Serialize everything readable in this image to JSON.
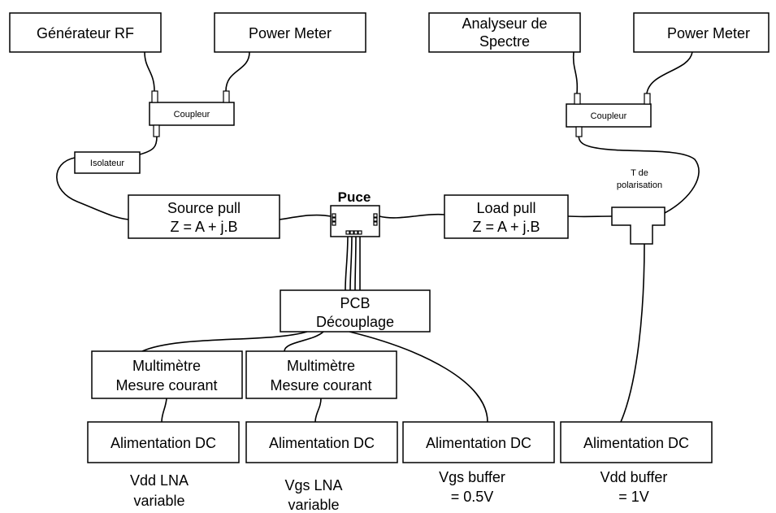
{
  "instruments": {
    "rf_generator": "Générateur RF",
    "power_meter_left": "Power Meter",
    "spectrum_analyzer": [
      "Analyseur de",
      "Spectre"
    ],
    "power_meter_right": "Power Meter"
  },
  "couplers": {
    "left": "Coupleur",
    "right": "Coupleur"
  },
  "isolator": "Isolateur",
  "bias_tee": [
    "T de",
    "polarisation"
  ],
  "chip": "Puce",
  "source_pull": [
    "Source pull",
    "Z = A + j.B"
  ],
  "load_pull": [
    "Load pull",
    "Z = A + j.B"
  ],
  "pcb": [
    "PCB",
    "Découplage"
  ],
  "multimeters": [
    [
      "Multimètre",
      "Mesure courant"
    ],
    [
      "Multimètre",
      "Mesure courant"
    ]
  ],
  "power_supplies": [
    "Alimentation DC",
    "Alimentation DC",
    "Alimentation DC",
    "Alimentation DC"
  ],
  "supply_labels": [
    [
      "Vdd LNA",
      "variable"
    ],
    [
      "Vgs LNA",
      "variable"
    ],
    [
      "Vgs buffer",
      "= 0.5V"
    ],
    [
      "Vdd buffer",
      "= 1V"
    ]
  ]
}
